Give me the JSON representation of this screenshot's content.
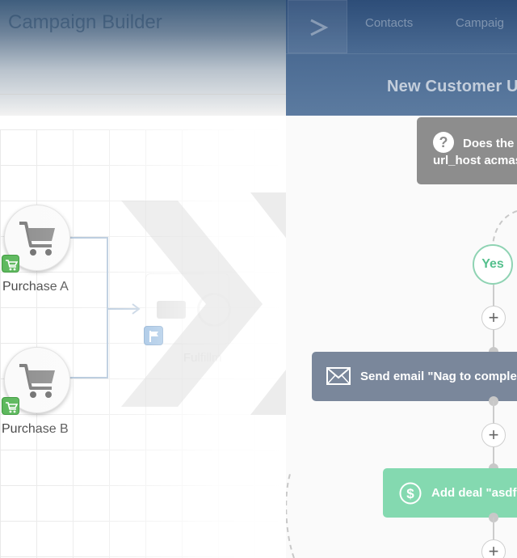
{
  "left_pane": {
    "header_title": "Campaign Builder",
    "nodes": [
      {
        "label": "Purchase A",
        "icon": "shopping-cart-icon",
        "badge_icon": "cart-badge-icon"
      },
      {
        "label": "Purchase B",
        "icon": "shopping-cart-icon",
        "badge_icon": "cart-badge-icon"
      }
    ],
    "fulfillment": {
      "label": "Fulfillm",
      "badge_icon": "flag-icon"
    }
  },
  "transition": {
    "icon": "double-chevron-right-icon"
  },
  "right_pane": {
    "nav": {
      "contacts": "Contacts",
      "campaigns": "Campaig"
    },
    "automation_title": "New Customer Up",
    "condition": {
      "icon": "question-icon",
      "glyph": "?",
      "line1": "Does the",
      "line2": "url_host acmas"
    },
    "yes_label": "Yes",
    "plus_glyph": "+",
    "email_action": {
      "icon": "envelope-icon",
      "label": "Send email \"Nag to comple"
    },
    "deal_action": {
      "icon": "dollar-icon",
      "label": "Add deal \"asdf"
    }
  },
  "colors": {
    "header_blue": "#2d4d78",
    "condition_gray": "#8d8d8d",
    "email_slate": "#7a879b",
    "deal_green": "#84d9b0",
    "yes_green": "#55c08d",
    "cart_badge_green": "#5cb85c",
    "flag_badge_blue": "#6a9fd4"
  }
}
